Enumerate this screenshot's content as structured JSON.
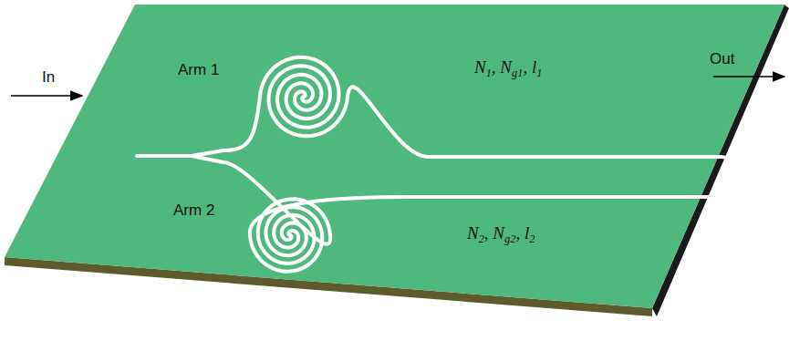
{
  "diagram": {
    "labels": [
      "In",
      "Arm 1",
      "N1, Ng1, l1",
      "Out",
      "Arm 2",
      "N2, Ng2, l2"
    ]
  }
}
